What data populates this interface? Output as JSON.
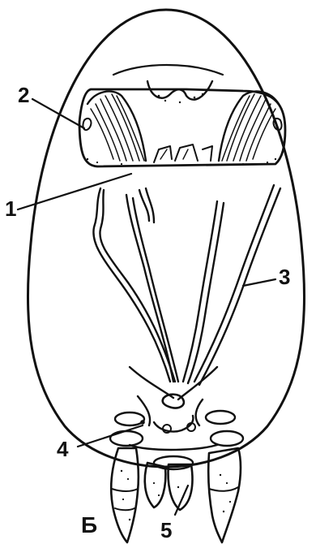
{
  "figure": {
    "panel_letter": "Б",
    "labels": [
      {
        "id": "1",
        "text": "1"
      },
      {
        "id": "2",
        "text": "2"
      },
      {
        "id": "3",
        "text": "3"
      },
      {
        "id": "4",
        "text": "4"
      },
      {
        "id": "5",
        "text": "5"
      }
    ]
  }
}
